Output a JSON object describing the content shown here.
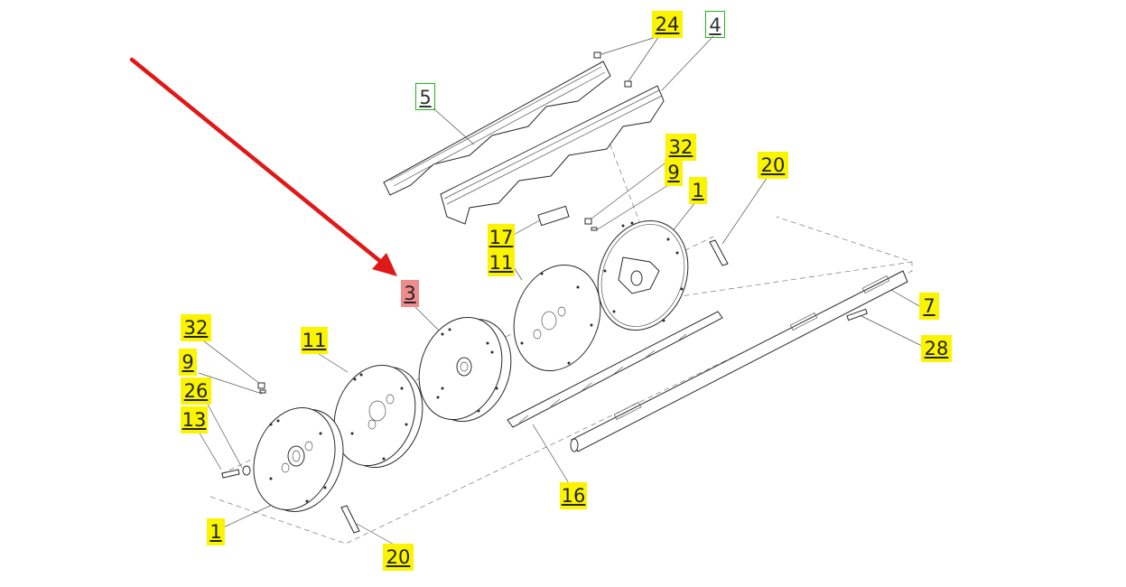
{
  "colors": {
    "callout_highlight": "#fbf400",
    "callout_selected": "#f08c8c",
    "callout_outline": "#1fb81f",
    "arrow": "#e01818"
  },
  "callouts": [
    {
      "id": "c24",
      "label": "24",
      "style": "yellow"
    },
    {
      "id": "c4",
      "label": "4",
      "style": "green"
    },
    {
      "id": "c5",
      "label": "5",
      "style": "green"
    },
    {
      "id": "c32a",
      "label": "32",
      "style": "yellow"
    },
    {
      "id": "c9a",
      "label": "9",
      "style": "yellow"
    },
    {
      "id": "c1a",
      "label": "1",
      "style": "yellow"
    },
    {
      "id": "c20a",
      "label": "20",
      "style": "yellow"
    },
    {
      "id": "c17",
      "label": "17",
      "style": "yellow"
    },
    {
      "id": "c11a",
      "label": "11",
      "style": "yellow"
    },
    {
      "id": "c3",
      "label": "3",
      "style": "red"
    },
    {
      "id": "c7",
      "label": "7",
      "style": "yellow"
    },
    {
      "id": "c28",
      "label": "28",
      "style": "yellow"
    },
    {
      "id": "c32b",
      "label": "32",
      "style": "yellow"
    },
    {
      "id": "c11b",
      "label": "11",
      "style": "yellow"
    },
    {
      "id": "c9b",
      "label": "9",
      "style": "yellow"
    },
    {
      "id": "c26",
      "label": "26",
      "style": "yellow"
    },
    {
      "id": "c13",
      "label": "13",
      "style": "yellow"
    },
    {
      "id": "c1b",
      "label": "1",
      "style": "yellow"
    },
    {
      "id": "c16",
      "label": "16",
      "style": "yellow"
    },
    {
      "id": "c20b",
      "label": "20",
      "style": "yellow"
    }
  ]
}
